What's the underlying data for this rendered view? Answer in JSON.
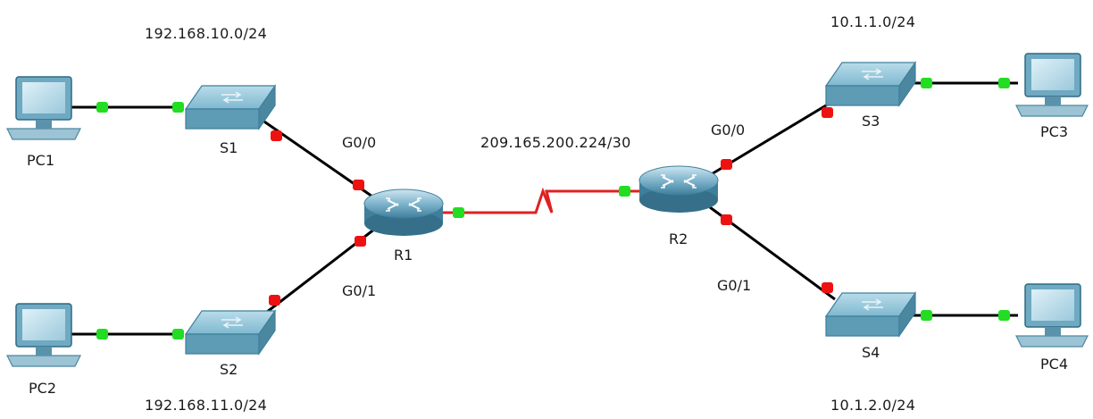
{
  "networks": {
    "lan1": "192.168.10.0/24",
    "lan2": "192.168.11.0/24",
    "wan": "209.165.200.224/30",
    "lan3": "10.1.1.0/24",
    "lan4": "10.1.2.0/24"
  },
  "interfaces": {
    "r1_g00": "G0/0",
    "r1_g01": "G0/1",
    "r2_g00": "G0/0",
    "r2_g01": "G0/1"
  },
  "devices": {
    "pc1": "PC1",
    "pc2": "PC2",
    "pc3": "PC3",
    "pc4": "PC4",
    "s1": "S1",
    "s2": "S2",
    "s3": "S3",
    "s4": "S4",
    "r1": "R1",
    "r2": "R2"
  },
  "colors": {
    "ethernet_link": "#000000",
    "serial_link": "#e02020",
    "port_up": "#22dd22",
    "port_down": "#ee1111",
    "device_body": "#6fa9c2"
  }
}
